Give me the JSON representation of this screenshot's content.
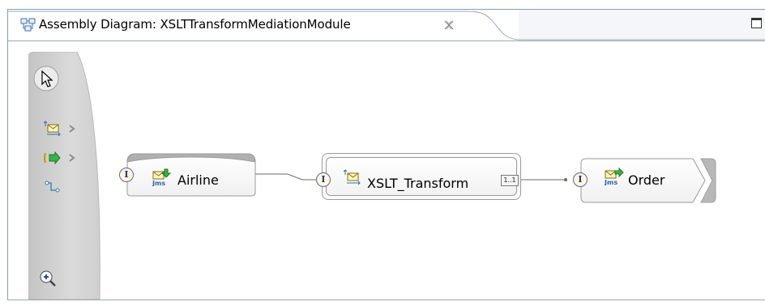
{
  "editor": {
    "tab_title": "Assembly Diagram: XSLTTransformMediationModule"
  },
  "palette": {
    "items": [
      {
        "icon": "select-arrow-icon"
      },
      {
        "icon": "mediation-flow-icon"
      },
      {
        "icon": "import-export-icon"
      },
      {
        "icon": "wire-icon"
      },
      {
        "icon": "zoom-in-icon"
      }
    ]
  },
  "diagram": {
    "components": [
      {
        "label": "Airline",
        "kind": "jms-export",
        "interface": "I"
      },
      {
        "label": "XSLT_Transform",
        "kind": "mediation-flow",
        "interface": "I",
        "reference": "1..1"
      },
      {
        "label": "Order",
        "kind": "jms-import",
        "interface": "I"
      }
    ]
  },
  "colors": {
    "interface_border": "#5f5fb0",
    "interface_fill": "#fff8d8",
    "palette_bg": "#d6d6d6",
    "wire": "#6a6a6a"
  }
}
